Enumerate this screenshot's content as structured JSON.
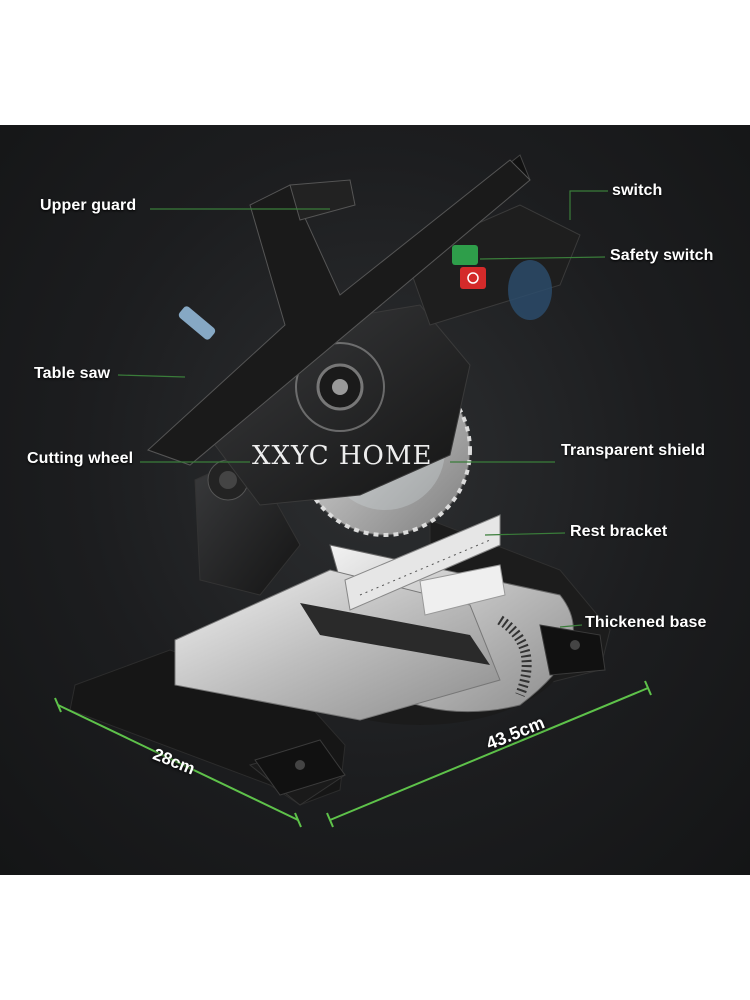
{
  "image": {
    "background_color": "#ffffff",
    "panel_color": "#1f2022",
    "leader_line_color": "#3a7d3a",
    "dimension_line_color": "#5ec24a",
    "subject": "miter-saw"
  },
  "callouts": {
    "upper_guard": "Upper guard",
    "table_saw": "Table saw",
    "cutting_wheel": "Cutting wheel",
    "switch": "switch",
    "safety_switch": "Safety switch",
    "transparent_shield": "Transparent shield",
    "rest_bracket": "Rest bracket",
    "thickened_base": "Thickened base"
  },
  "dimensions": {
    "depth": "28cm",
    "width": "43.5cm"
  },
  "watermark": "XXYC HOME"
}
